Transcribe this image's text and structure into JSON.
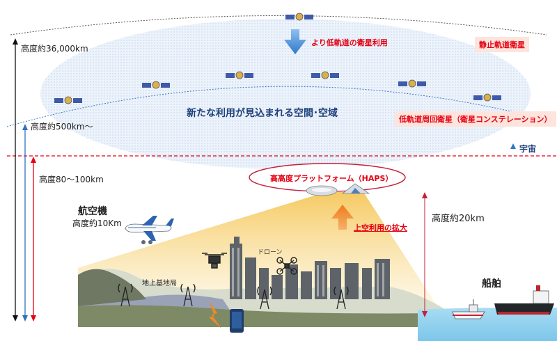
{
  "labels": {
    "geo_altitude": "高度約36,000km",
    "leo_altitude": "高度約500km～",
    "stratosphere_altitude": "高度80～100km",
    "haps_altitude": "高度約20km",
    "geo_satellite": "静止軌道衛星",
    "leo_satellite": "低軌道周回衛星（衛星コンステレーション）",
    "lower_orbit_use": "より低軌道の衛星利用",
    "new_space": "新たな利用が見込まれる空間･空域",
    "space": "宇宙",
    "haps": "高高度プラットフォーム（HAPS）",
    "upper_air_use": "上空利用の拡大",
    "aircraft": "航空機",
    "aircraft_altitude": "高度約10Km",
    "drone": "ドローン",
    "ground_station": "地上基地局",
    "ship": "船舶"
  },
  "colors": {
    "red": "#e60012",
    "blue_arrow": "#3a84d6",
    "orange_arrow": "#f08a24",
    "ellipse_fill": "#e9f1fa",
    "beam": "#f7d27a",
    "sea": "#8ed0ef"
  }
}
